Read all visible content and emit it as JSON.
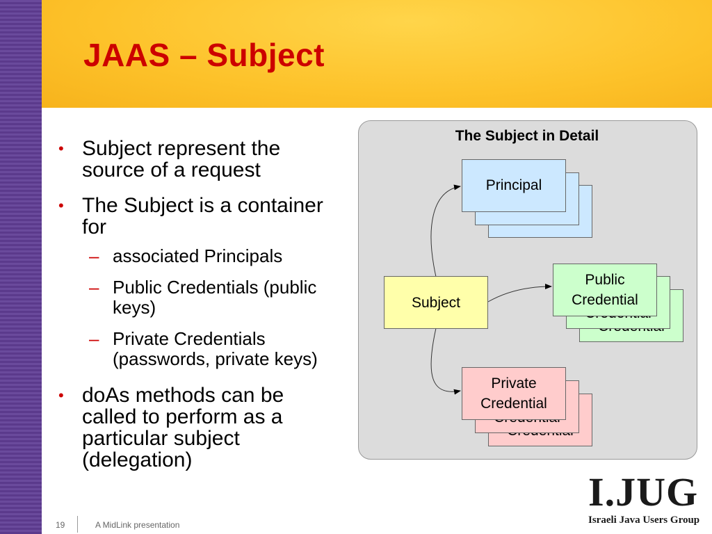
{
  "slide": {
    "title": "JAAS – Subject",
    "bullets": [
      {
        "bullet": "•",
        "text": "Subject represent the source of a request"
      },
      {
        "bullet": "•",
        "text": "The Subject is a container for"
      },
      {
        "bullet": "•",
        "text": "doAs methods can be called to perform as a particular subject (delegation)"
      }
    ],
    "sub_bullets": [
      {
        "dash": "–",
        "text": "associated Principals"
      },
      {
        "dash": "–",
        "text": "Public Credentials (public keys)"
      },
      {
        "dash": "–",
        "text": "Private Credentials (passwords, private keys)"
      }
    ]
  },
  "diagram": {
    "title": "The Subject in Detail",
    "nodes": {
      "subject": "Subject",
      "principal": "Principal",
      "public": "Public Credential",
      "public_shadow": "Credential",
      "private": "Private Credential",
      "private_shadow": "Credential"
    },
    "colors": {
      "principal": "#cce8ff",
      "public": "#ccffcc",
      "private": "#ffcccc",
      "subject": "#ffffaa",
      "title": "#cc0000"
    }
  },
  "footer": {
    "page_number": "19",
    "text": "A MidLink presentation"
  },
  "logo": {
    "main": "I.JUG",
    "sub": "Israeli Java Users Group"
  }
}
